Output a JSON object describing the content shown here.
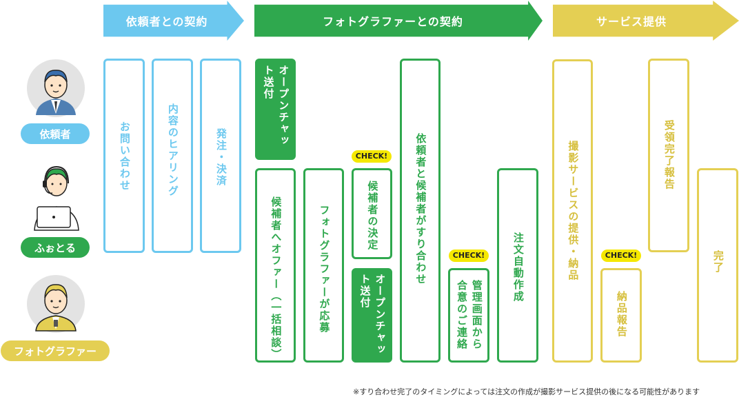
{
  "phases": {
    "client": "依頼者との契約",
    "photographer": "フォトグラファーとの契約",
    "service": "サービス提供"
  },
  "actors": {
    "client": "依頼者",
    "fuotoru": "ふぉとる",
    "photographer": "フォトグラファー"
  },
  "steps": {
    "inquiry": "お問い合わせ",
    "hearing": "内容のヒアリング",
    "order": "発注・決済",
    "open_chat_1": "オープンチャット送付",
    "offer": "候補者へオファー（一括相談）",
    "apply": "フォトグラファーが応募",
    "decide": "候補者の決定",
    "open_chat_2": "オープンチャット送付",
    "meeting": "依頼者と候補者がすり合わせ",
    "admin_contact": "管理画面から合意のご連絡",
    "auto_create": "注文自動作成",
    "shoot": "撮影サービスの提供・納品",
    "delivery_report": "納品報告",
    "receipt_report": "受領完了報告",
    "complete": "完了"
  },
  "check_label": "CHECK!",
  "footnote": "※すり合わせ完了のタイミングによっては注文の作成が撮影サービス提供の後になる可能性があります",
  "colors": {
    "blue": "#6cc8ef",
    "green": "#2fa84e",
    "yellow": "#e4cf53",
    "check": "#f5e800"
  }
}
